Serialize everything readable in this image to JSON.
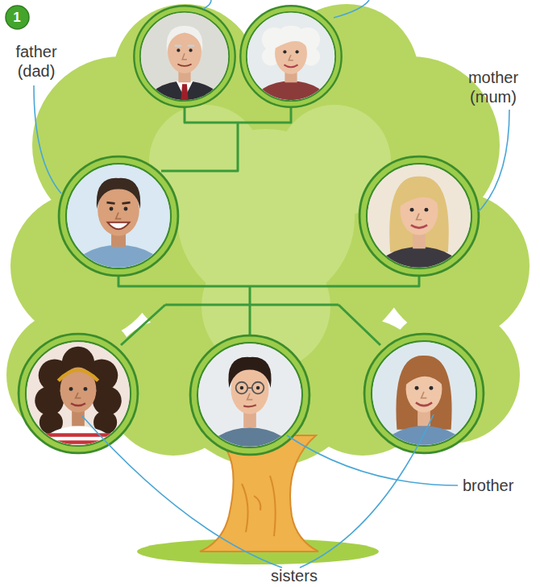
{
  "diagram": {
    "nodes": [
      {
        "text": [
          "1"
        ]
      }
    ],
    "labels": [
      "father (dad)",
      "mother (mum)",
      "brother",
      "sisters"
    ]
  }
}
